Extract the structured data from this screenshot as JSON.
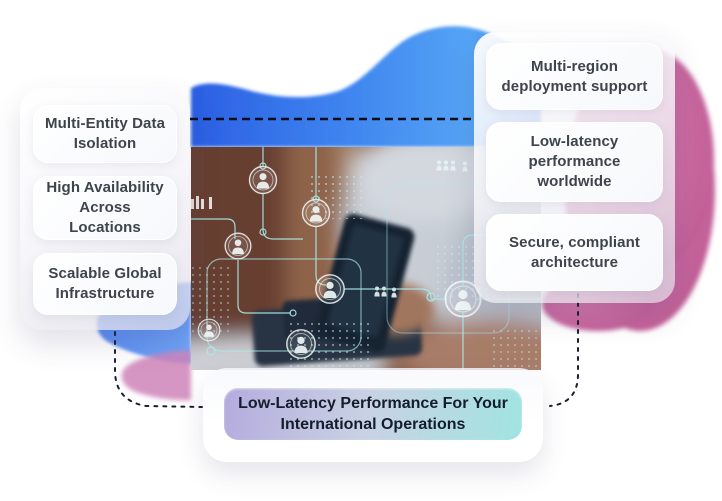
{
  "illustration": {
    "description": "Person using smartphone over tablet with network of user icons overlay",
    "palette": {
      "blue_blob_start": "#2b5fe3",
      "blue_blob_end": "#55a4f5",
      "pink_blob": "#c9679f",
      "overlay_line": "#a9ecec",
      "connector": "#131724",
      "banner_gradient_start": "#b5abde",
      "banner_gradient_end": "#a0e4e1"
    }
  },
  "left_panel": {
    "cards": [
      {
        "label": "Multi-Entity Data\nIsolation"
      },
      {
        "label": "High Availability\nAcross Locations"
      },
      {
        "label": "Scalable Global\nInfrastructure"
      }
    ]
  },
  "right_panel": {
    "cards": [
      {
        "label": "Multi-region\ndeployment support"
      },
      {
        "label": "Low-latency\nperformance\nworldwide"
      },
      {
        "label": "Secure, compliant\narchitecture"
      }
    ]
  },
  "banner": {
    "title": "Low-Latency Performance For Your\nInternational Operations"
  }
}
